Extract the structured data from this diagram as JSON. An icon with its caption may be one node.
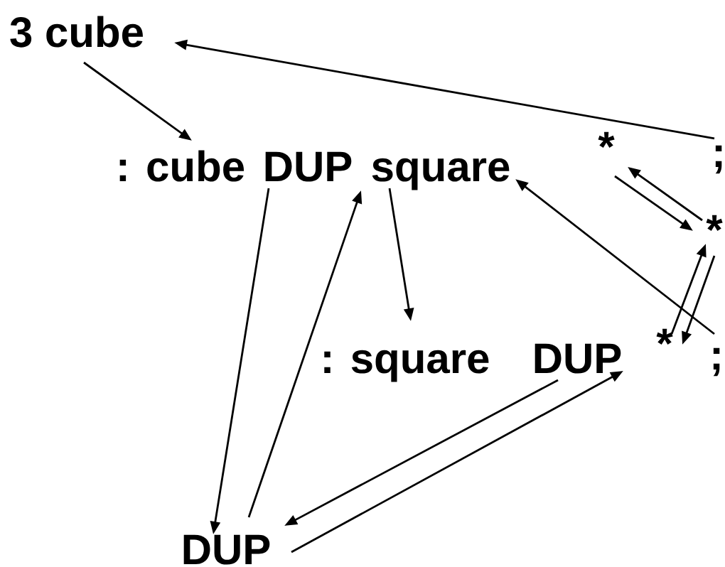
{
  "diagram": {
    "nodes": [
      {
        "text": [
          "3 cube"
        ]
      },
      {
        "text": [
          ": cube"
        ]
      },
      {
        "text": [
          "DUP"
        ]
      },
      {
        "text": [
          "square"
        ]
      },
      {
        "text": [
          ": square"
        ]
      },
      {
        "text": [
          "DUP"
        ]
      },
      {
        "text": [
          "*"
        ]
      },
      {
        "text": [
          ";"
        ]
      },
      {
        "text": [
          "*"
        ]
      },
      {
        "text": [
          ";"
        ]
      },
      {
        "text": [
          "*"
        ]
      },
      {
        "text": [
          "DUP"
        ]
      }
    ],
    "edges": [
      {
        "from": 0,
        "to": 1,
        "arrow": "to"
      },
      {
        "from": 9,
        "to": 0,
        "arrow": "to"
      },
      {
        "from": 2,
        "to": 11,
        "arrow": "to"
      },
      {
        "from": 11,
        "to": 3,
        "arrow": "to"
      },
      {
        "from": 3,
        "to": 4,
        "arrow": "to"
      },
      {
        "from": 7,
        "to": 3,
        "arrow": "to"
      },
      {
        "from": 8,
        "to": 10,
        "arrow": "to"
      },
      {
        "from": 10,
        "to": 8,
        "arrow": "to"
      },
      {
        "from": 10,
        "to": 6,
        "arrow": "to"
      },
      {
        "from": 6,
        "to": 10,
        "arrow": "to"
      },
      {
        "from": 5,
        "to": 11,
        "arrow": "to"
      },
      {
        "from": 11,
        "to": 5,
        "arrow": "to"
      }
    ]
  }
}
